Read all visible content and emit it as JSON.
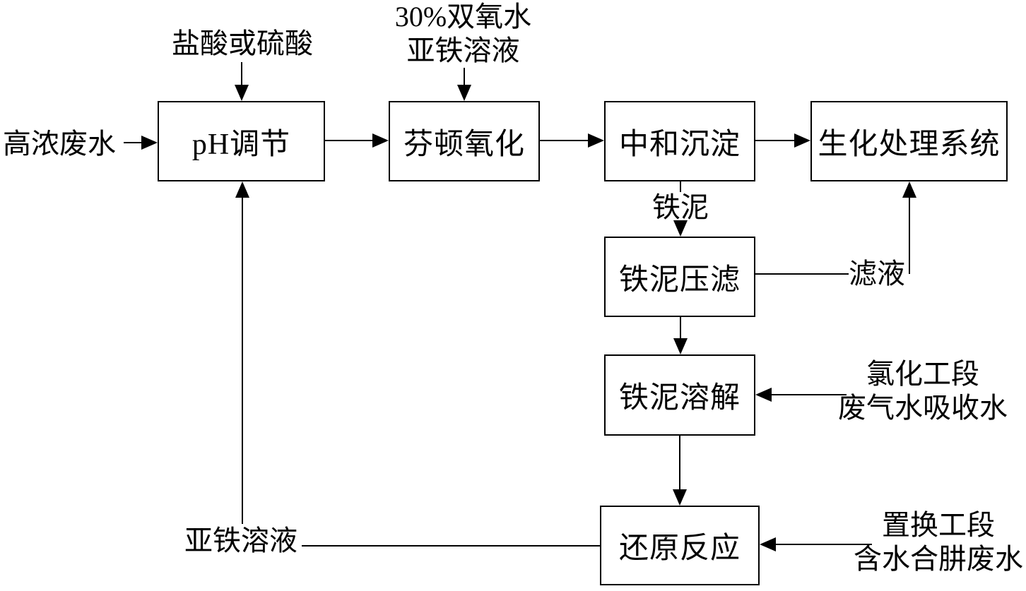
{
  "boxes": {
    "ph_adjust": "pH调节",
    "fenton_oxidation": "芬顿氧化",
    "neutral_precipitation": "中和沉淀",
    "biochemical_system": "生化处理系统",
    "iron_mud_press": "铁泥压滤",
    "iron_mud_dissolve": "铁泥溶解",
    "reduction_reaction": "还原反应"
  },
  "labels": {
    "influent": "高浓废水",
    "acid_feed": "盐酸或硫酸",
    "peroxide_feed_line1": "30%双氧水",
    "peroxide_feed_line2": "亚铁溶液",
    "iron_mud": "铁泥",
    "filtrate": "滤液",
    "chlorination_line1": "氯化工段",
    "chlorination_line2": "废气水吸收水",
    "displacement_line1": "置换工段",
    "displacement_line2": "含水合肼废水",
    "ferrous_solution": "亚铁溶液"
  },
  "colors": {
    "background": "#ffffff",
    "line": "#000000",
    "text": "#000000"
  }
}
